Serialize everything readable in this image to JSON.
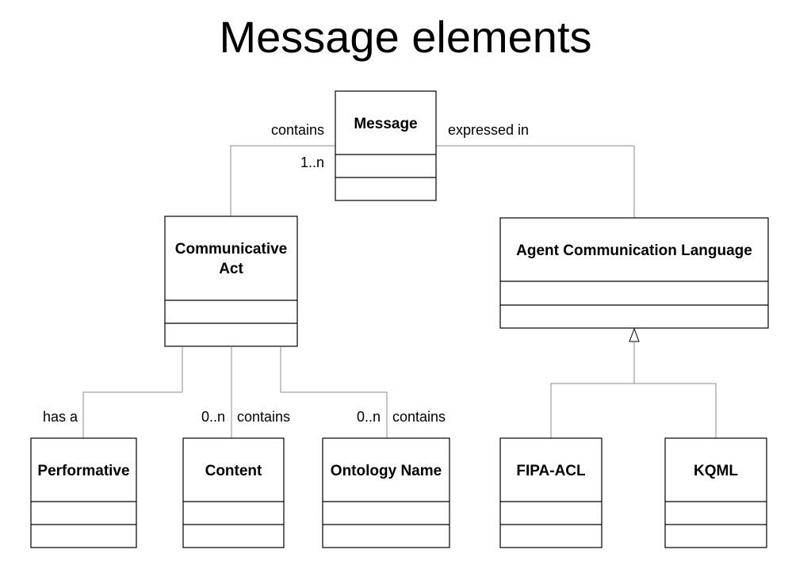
{
  "title": "Message elements",
  "classes": {
    "message": "Message",
    "communicative_act": [
      "Communicative",
      "Act"
    ],
    "agent_communication_language": "Agent Communication Language",
    "performative": "Performative",
    "content": "Content",
    "ontology_name": "Ontology Name",
    "fipa_acl": "FIPA-ACL",
    "kqml": "KQML"
  },
  "associations": {
    "message_contains": "contains",
    "message_multiplicity": "1..n",
    "message_expressed_in": "expressed in",
    "has_a": "has a",
    "content_multiplicity": "0..n",
    "content_contains": "contains",
    "ontology_multiplicity": "0..n",
    "ontology_contains": "contains"
  },
  "colors": {
    "box_stroke": "#000000",
    "connector_stroke": "#8c8c8c",
    "background": "#ffffff"
  }
}
